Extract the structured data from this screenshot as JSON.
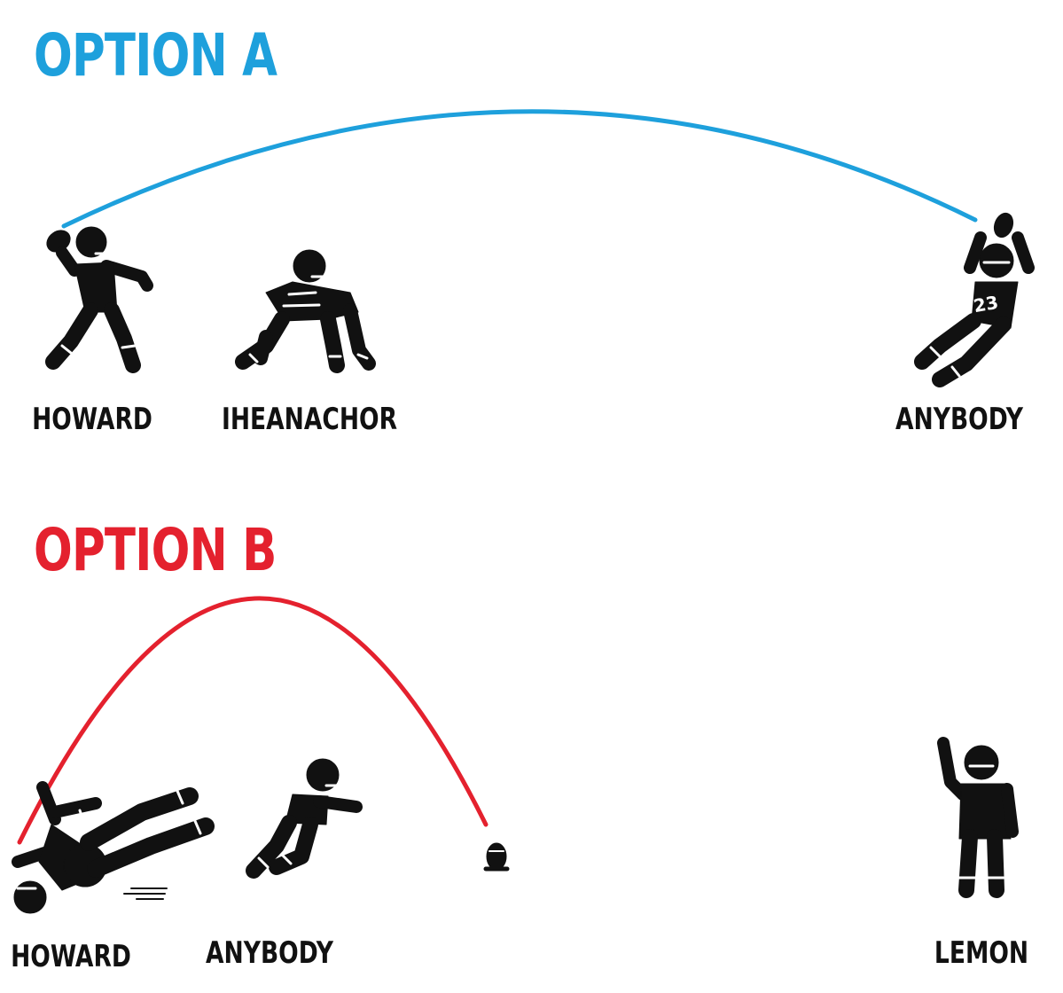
{
  "colors": {
    "option_a": "#1ea0dc",
    "option_b": "#e4212e",
    "ink": "#111111"
  },
  "option_a": {
    "title": "OPTION A",
    "players": [
      {
        "label": "HOWARD"
      },
      {
        "label": "IHEANACHOR"
      },
      {
        "label": "ANYBODY",
        "jersey_number": "23"
      }
    ]
  },
  "option_b": {
    "title": "OPTION B",
    "players": [
      {
        "label": "HOWARD"
      },
      {
        "label": "ANYBODY"
      },
      {
        "label": "LEMON"
      }
    ]
  },
  "icons": [
    "quarterback-throwing-icon",
    "lineman-blocking-icon",
    "receiver-catching-icon",
    "diving-player-icon",
    "running-player-icon",
    "football-on-tee-icon",
    "celebrating-player-icon"
  ]
}
